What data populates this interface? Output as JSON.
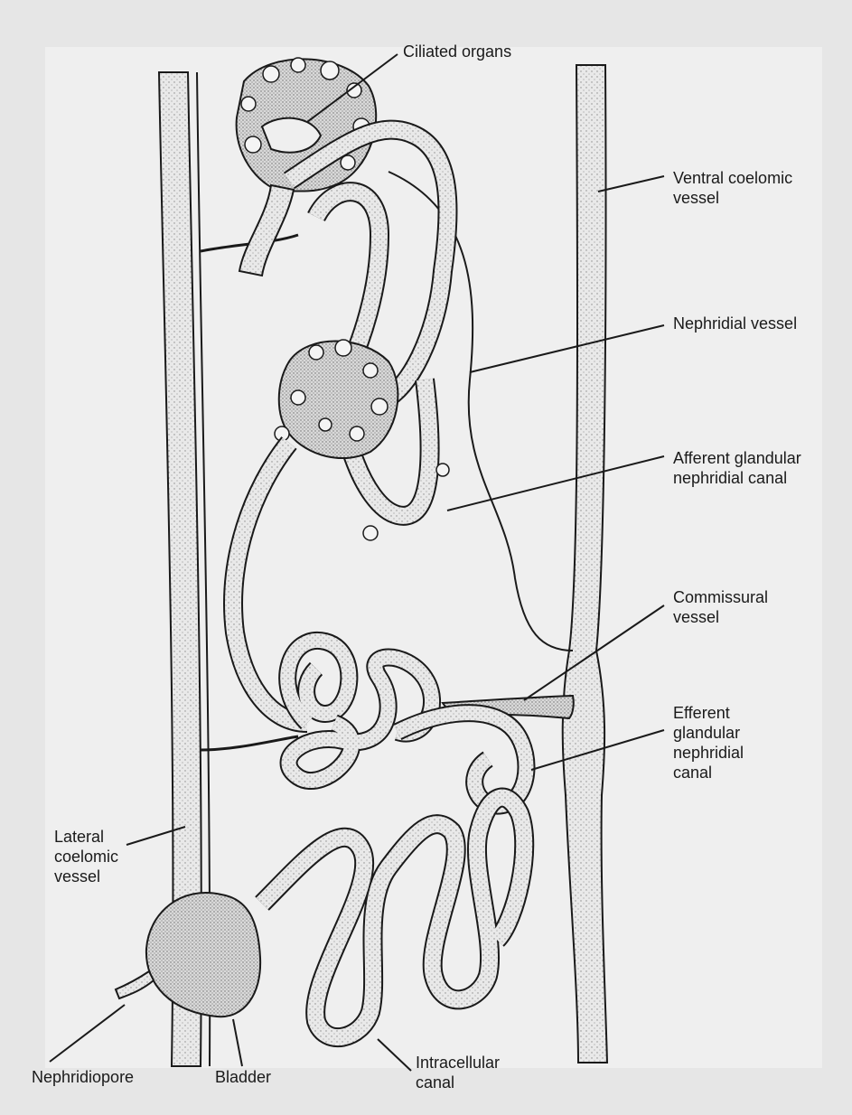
{
  "labels": {
    "ciliated_organs": [
      "Ciliated organs"
    ],
    "ventral_coelomic_vessel": [
      "Ventral coelomic",
      "vessel"
    ],
    "nephridial_vessel": [
      "Nephridial vessel"
    ],
    "afferent_canal": [
      "Afferent glandular",
      "nephridial canal"
    ],
    "commissural_vessel": [
      "Commissural",
      "vessel"
    ],
    "efferent_canal": [
      "Efferent",
      "glandular",
      "nephridial",
      "canal"
    ],
    "lateral_coelomic_vessel": [
      "Lateral",
      "coelomic",
      "vessel"
    ],
    "nephridiopore": [
      "Nephridiopore"
    ],
    "bladder": [
      "Bladder"
    ],
    "intracellular_canal": [
      "Intracellular",
      "canal"
    ]
  },
  "colors": {
    "background": "#e6e6e6",
    "panel": "#efefef",
    "ink": "#1a1a1a",
    "stipple": "#9a9a9a"
  }
}
